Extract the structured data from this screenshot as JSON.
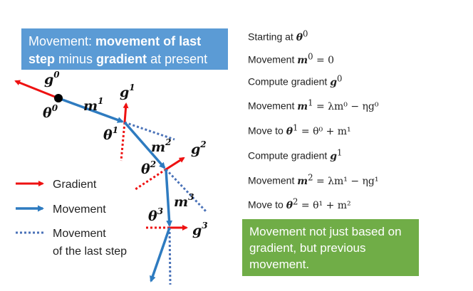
{
  "top_box": {
    "part1": "Movement: ",
    "part2": "movement of last step",
    "part3": " minus ",
    "part4": "gradient",
    "part5": " at present"
  },
  "bottom_box": {
    "text": "Movement not just based on gradient, but previous movement."
  },
  "steps": [
    {
      "text": "Starting at ",
      "math": "θ",
      "sup": "0",
      "rest": ""
    },
    {
      "text": "Movement ",
      "math": "m",
      "sup": "0",
      "rest": " = 0"
    },
    {
      "text": "Compute gradient ",
      "math": "g",
      "sup": "0",
      "rest": ""
    },
    {
      "text": "Movement ",
      "math": "m",
      "sup": "1",
      "rest": " = λm⁰ − ηg⁰"
    },
    {
      "text": "Move to ",
      "math": "θ",
      "sup": "1",
      "rest": " = θ⁰ + m¹"
    },
    {
      "text": "Compute gradient ",
      "math": "g",
      "sup": "1",
      "rest": ""
    },
    {
      "text": "Movement ",
      "math": "m",
      "sup": "2",
      "rest": " = λm¹ − ηg¹"
    },
    {
      "text": "Move to ",
      "math": "θ",
      "sup": "2",
      "rest": " = θ¹ + m²"
    }
  ],
  "legend": {
    "gradient": "Gradient",
    "movement": "Movement",
    "last_step_line1": "Movement",
    "last_step_line2": "of the last step"
  },
  "labels": {
    "g0": "g",
    "g0_sup": "0",
    "theta0": "θ",
    "theta0_sup": "0",
    "m1": "m",
    "m1_sup": "1",
    "g1": "g",
    "g1_sup": "1",
    "theta1": "θ",
    "theta1_sup": "1",
    "m2": "m",
    "m2_sup": "2",
    "g2": "g",
    "g2_sup": "2",
    "theta2": "θ",
    "theta2_sup": "2",
    "m3": "m",
    "m3_sup": "3",
    "theta3": "θ",
    "theta3_sup": "3",
    "g3": "g",
    "g3_sup": "3"
  },
  "colors": {
    "gradient": "#ee1111",
    "movement": "#2e7bc0",
    "last_step": "#4a72b8",
    "top_box": "#5b9bd5",
    "bottom_box": "#70ad47"
  }
}
